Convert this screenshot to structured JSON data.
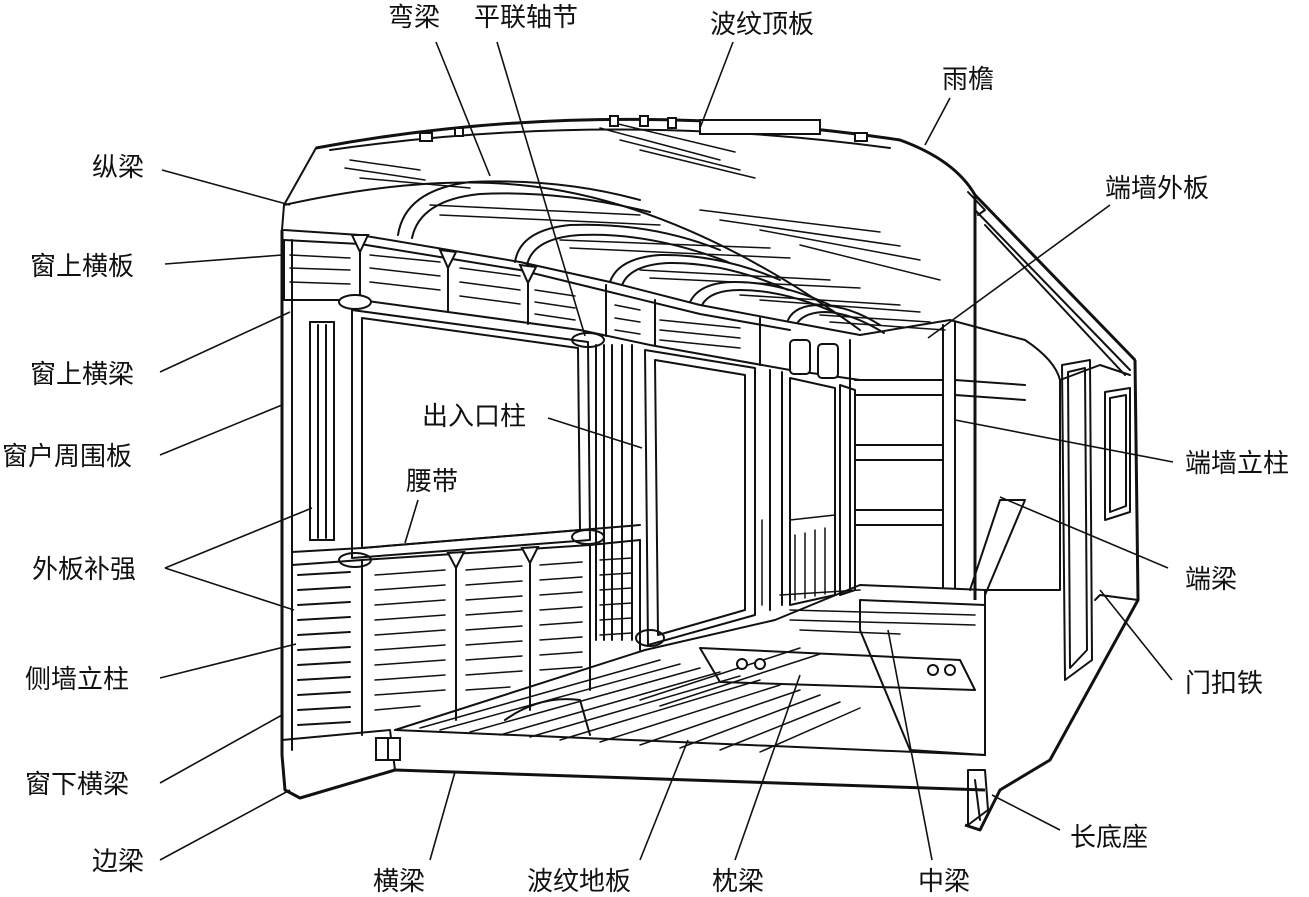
{
  "labels": {
    "wan_liang": "弯梁",
    "ping_lian_zhou_jie": "平联轴节",
    "bo_wen_ding_ban": "波纹顶板",
    "yu_yan": "雨檐",
    "zong_liang": "纵梁",
    "duan_qiang_wai_ban": "端墙外板",
    "chuang_shang_heng_ban": "窗上横板",
    "chuang_shang_heng_liang": "窗上横梁",
    "chu_ru_kou_zhu": "出入口柱",
    "chuang_hu_zhou_wei_ban": "窗户周围板",
    "duan_qiang_li_zhu": "端墙立柱",
    "yao_dai": "腰带",
    "wai_ban_bu_qiang": "外板补强",
    "duan_liang": "端梁",
    "ce_qiang_li_zhu": "侧墙立柱",
    "men_kou_tie": "门扣铁",
    "chuang_xia_heng_liang": "窗下横梁",
    "chang_di_zuo": "长底座",
    "bian_liang": "边梁",
    "heng_liang": "横梁",
    "bo_wen_di_ban": "波纹地板",
    "zhen_liang": "枕梁",
    "zhong_liang": "中梁"
  }
}
